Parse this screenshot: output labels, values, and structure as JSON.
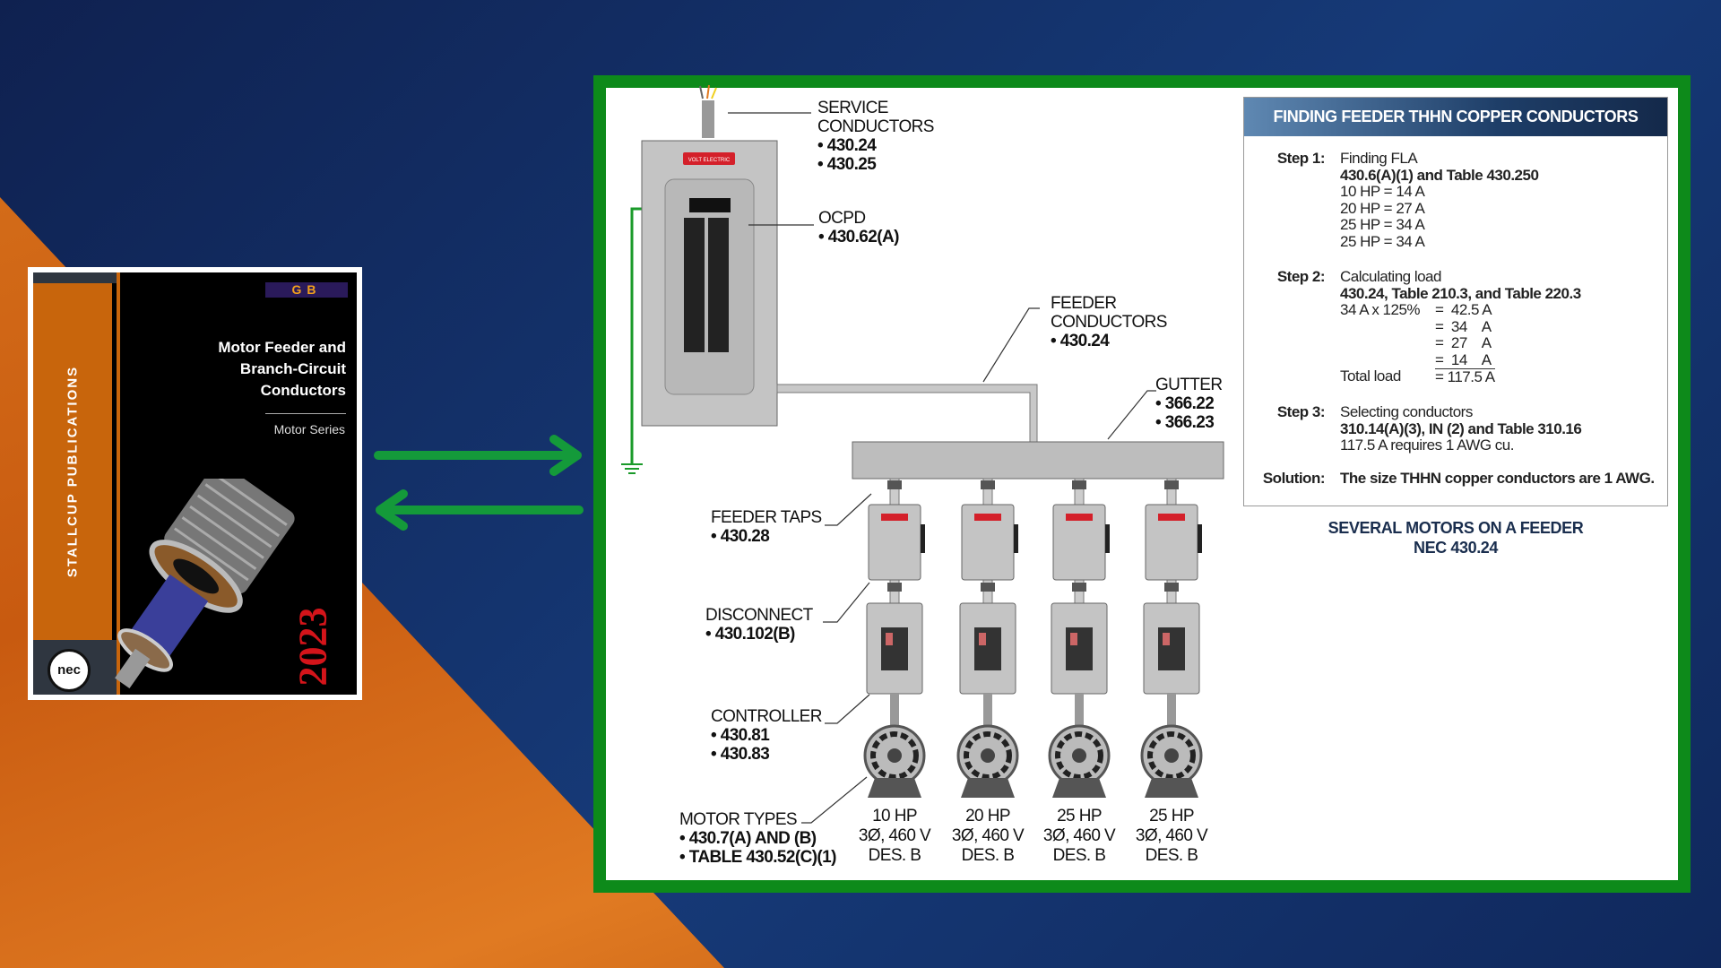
{
  "book": {
    "publisher": "STALLCUP PUBLICATIONS",
    "logo": "GB",
    "title_lines": [
      "Motor Feeder and",
      "Branch-Circuit",
      "Conductors"
    ],
    "series": "Motor Series",
    "year": "2023",
    "badge": "nec"
  },
  "diagram": {
    "service": {
      "title1": "SERVICE",
      "title2": "CONDUCTORS",
      "refs": [
        "• 430.24",
        "• 430.25"
      ]
    },
    "ocpd": {
      "title": "OCPD",
      "refs": [
        "• 430.62(A)"
      ]
    },
    "feeder": {
      "title1": "FEEDER",
      "title2": "CONDUCTORS",
      "refs": [
        "• 430.24"
      ]
    },
    "gutter": {
      "title": "GUTTER",
      "refs": [
        "• 366.22",
        "• 366.23"
      ]
    },
    "taps": {
      "title": "FEEDER TAPS",
      "refs": [
        "• 430.28"
      ]
    },
    "disconnect": {
      "title": "DISCONNECT",
      "refs": [
        "• 430.102(B)"
      ]
    },
    "controller": {
      "title": "CONTROLLER",
      "refs": [
        "• 430.81",
        "• 430.83"
      ]
    },
    "motor_types": {
      "title": "MOTOR TYPES",
      "refs": [
        "• 430.7(A) AND (B)",
        "• TABLE 430.52(C)(1)"
      ]
    },
    "panel_label": "VOLT ELECTRIC",
    "motors": [
      {
        "hp": "10 HP",
        "spec": "3Ø, 460 V",
        "des": "DES. B"
      },
      {
        "hp": "20 HP",
        "spec": "3Ø, 460 V",
        "des": "DES. B"
      },
      {
        "hp": "25 HP",
        "spec": "3Ø, 460 V",
        "des": "DES. B"
      },
      {
        "hp": "25 HP",
        "spec": "3Ø, 460 V",
        "des": "DES. B"
      }
    ]
  },
  "calc": {
    "header": "FINDING FEEDER THHN COPPER CONDUCTORS",
    "step1": {
      "label": "Step 1:",
      "title": "Finding FLA",
      "ref": "430.6(A)(1) and Table 430.250",
      "lines": [
        "10 HP = 14 A",
        "20 HP = 27 A",
        "25 HP = 34 A",
        "25 HP = 34 A"
      ]
    },
    "step2": {
      "label": "Step 2:",
      "title": "Calculating load",
      "ref": "430.24, Table 210.3, and Table 220.3",
      "first": "34 A x 125%",
      "values": [
        "=  42.5 A",
        "=  34    A",
        "=  27    A",
        "=  14    A"
      ],
      "total_label": "Total load",
      "total": "= 117.5 A"
    },
    "step3": {
      "label": "Step 3:",
      "title": "Selecting conductors",
      "ref": "310.14(A)(3), IN (2) and Table 310.16",
      "line": "117.5 A requires 1 AWG cu."
    },
    "solution": {
      "label": "Solution:",
      "text": "The size THHN copper conductors are 1 AWG."
    }
  },
  "caption": {
    "line1": "SEVERAL MOTORS ON A FEEDER",
    "line2": "NEC 430.24"
  },
  "colors": {
    "frame": "#0d8a1a",
    "arrow": "#149a3a",
    "orange": "#c8650c",
    "navy": "#163a78"
  }
}
